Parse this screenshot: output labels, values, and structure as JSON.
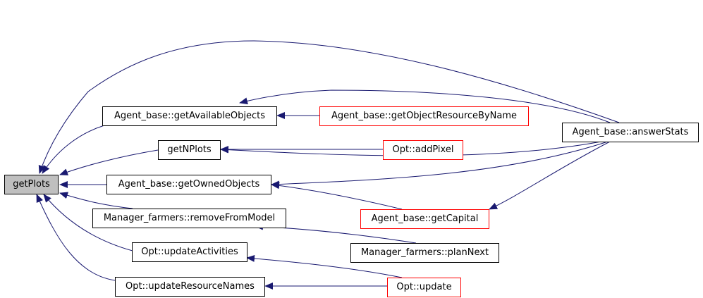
{
  "nodes": {
    "getPlots": {
      "label": "getPlots",
      "border": "#000000",
      "fill": "#bfbfbf"
    },
    "getAvailableObjects": {
      "label": "Agent_base::getAvailableObjects",
      "border": "#000000"
    },
    "getObjectResourceByName": {
      "label": "Agent_base::getObjectResourceByName",
      "border": "#ff0000"
    },
    "answerStats": {
      "label": "Agent_base::answerStats",
      "border": "#000000"
    },
    "getNPlots": {
      "label": "getNPlots",
      "border": "#000000"
    },
    "addPixel": {
      "label": "Opt::addPixel",
      "border": "#ff0000"
    },
    "getOwnedObjects": {
      "label": "Agent_base::getOwnedObjects",
      "border": "#000000"
    },
    "getCapital": {
      "label": "Agent_base::getCapital",
      "border": "#ff0000"
    },
    "removeFromModel": {
      "label": "Manager_farmers::removeFromModel",
      "border": "#000000"
    },
    "planNext": {
      "label": "Manager_farmers::planNext",
      "border": "#000000"
    },
    "updateActivities": {
      "label": "Opt::updateActivities",
      "border": "#000000"
    },
    "updateResourceNames": {
      "label": "Opt::updateResourceNames",
      "border": "#000000"
    },
    "update": {
      "label": "Opt::update",
      "border": "#ff0000"
    }
  },
  "edges": [
    {
      "from": "getAvailableObjects",
      "to": "getPlots"
    },
    {
      "from": "getNPlots",
      "to": "getPlots"
    },
    {
      "from": "getOwnedObjects",
      "to": "getPlots"
    },
    {
      "from": "removeFromModel",
      "to": "getPlots"
    },
    {
      "from": "updateActivities",
      "to": "getPlots"
    },
    {
      "from": "updateResourceNames",
      "to": "getPlots"
    },
    {
      "from": "answerStats",
      "to": "getPlots"
    },
    {
      "from": "getObjectResourceByName",
      "to": "getAvailableObjects"
    },
    {
      "from": "answerStats",
      "to": "getAvailableObjects"
    },
    {
      "from": "addPixel",
      "to": "getNPlots"
    },
    {
      "from": "answerStats",
      "to": "getNPlots"
    },
    {
      "from": "answerStats",
      "to": "getOwnedObjects"
    },
    {
      "from": "getCapital",
      "to": "getOwnedObjects"
    },
    {
      "from": "answerStats",
      "to": "getCapital"
    },
    {
      "from": "planNext",
      "to": "removeFromModel"
    },
    {
      "from": "update",
      "to": "updateActivities"
    },
    {
      "from": "update",
      "to": "updateResourceNames"
    }
  ],
  "colors": {
    "edge": "#191970",
    "arrow": "#191970"
  }
}
